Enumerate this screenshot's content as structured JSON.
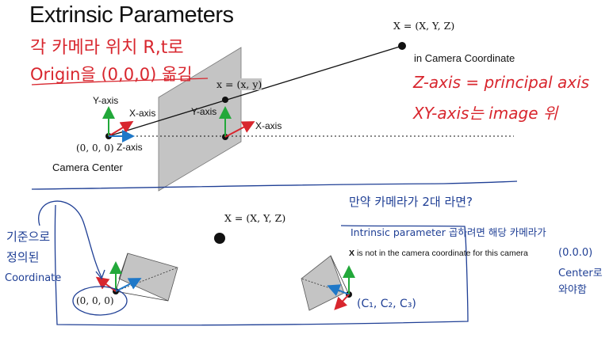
{
  "slide": {
    "title": "Extrinsic Parameters",
    "top_diagram": {
      "world_point_label": "X = (X, Y, Z)",
      "world_point_caption": "in Camera Coordinate",
      "image_point_label": "x = (x, y)",
      "camera_center_coords": "(0, 0, 0)",
      "camera_center_label": "Camera Center",
      "cam_axes": {
        "y": "Y-axis",
        "x": "X-axis",
        "z": "Z-axis"
      },
      "image_axes": {
        "y": "Y-axis",
        "x": "X-axis"
      }
    },
    "handwritten_red": {
      "line1": "각 카메라 위치 R,t로",
      "line2": "Origin을 (0,0,0) 옮김",
      "line3": "Z-axis = principal axis",
      "line4": "XY-axis는 image 위"
    },
    "bottom_diagram": {
      "world_point_label": "X = (X, Y, Z)",
      "note_bold": "X",
      "note_text": "is not in the camera coordinate for this camera",
      "cam1_coords": "(0, 0, 0)",
      "cam2_coords": "(C₁, C₂, C₃)"
    },
    "handwritten_blue": {
      "left_line1": "기준으로",
      "left_line2": "정의된",
      "left_line3": "Coordinate",
      "right_line1": "만약 카메라가 2대 라면?",
      "right_line2": "Intrinsic parameter 곱하려면 해당 카메라가",
      "right_line3": "(0.0.0)",
      "right_line4": "Center로",
      "right_line5": "와야함"
    },
    "colors": {
      "axis_green": "#22a83a",
      "axis_red": "#d8262e",
      "axis_blue": "#1f78c8",
      "ink_red": "#d8262e",
      "ink_blue": "#1f3f95",
      "plane_gray": "#c4c4c4"
    }
  }
}
